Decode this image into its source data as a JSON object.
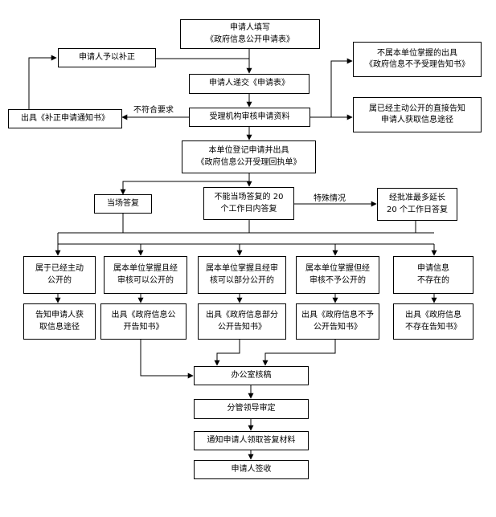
{
  "nodes": {
    "fill_form": "申请人填写\n《政府信息公开申请表》",
    "correct": "申请人予以补正",
    "submit": "申请人递交《申请表》",
    "supplement_notice": "出具《补正申请通知书》",
    "review": "受理机构审核申请资料",
    "not_accept": "不属本单位掌握的出具\n《政府信息不予受理告知书》",
    "already_public": "属已经主动公开的直接告知\n申请人获取信息途径",
    "register": "本单位登记申请并出具\n《政府信息公开受理回执单》",
    "immediate": "当场答复",
    "within20": "不能当场答复的 20\n个工作日内答复",
    "extend": "经批准最多延长\n20 个工作日答复",
    "cat1": "属于已经主动\n公开的",
    "cat2": "属本单位掌握且经\n审核可以公开的",
    "cat3": "属本单位掌握且经审\n核可以部分公开的",
    "cat4": "属本单位掌握但经\n审核不予公开的",
    "cat5": "申请信息\n不存在的",
    "out1": "告知申请人获\n取信息途径",
    "out2": "出具《政府信息公\n开告知书》",
    "out3": "出具《政府信息部分\n公开告知书》",
    "out4": "出具《政府信息不予\n公开告知书》",
    "out5": "出具《政府信息\n不存在告知书》",
    "office": "办公室核稿",
    "leader": "分管领导审定",
    "notify": "通知申请人领取答复材料",
    "sign": "申请人签收"
  },
  "labels": {
    "not_meet": "不符合要求",
    "special": "特殊情况"
  }
}
